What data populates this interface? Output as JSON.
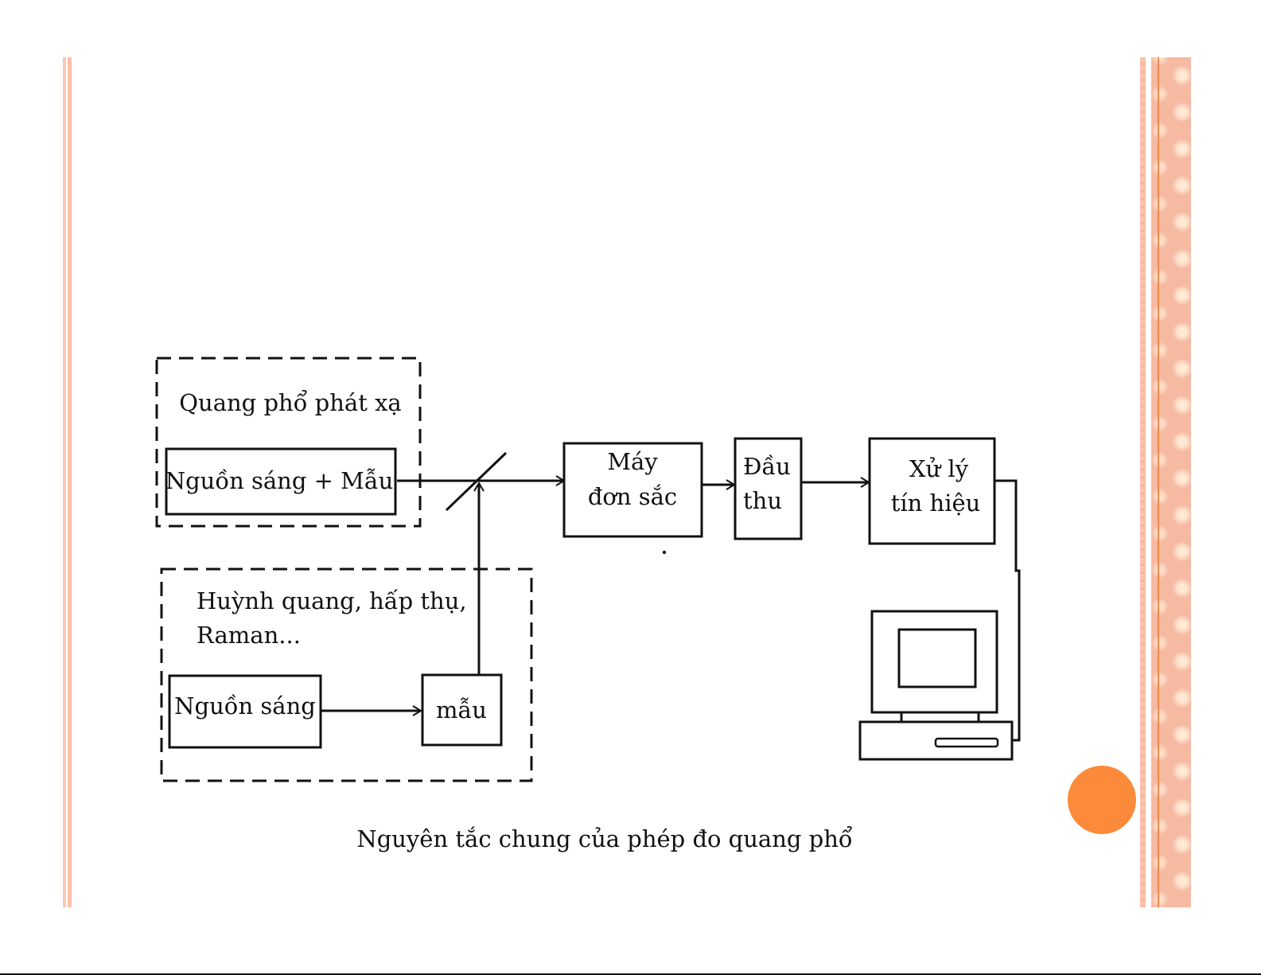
{
  "slide": {
    "accent_color": "#fb8b3a",
    "stripe_color": "#f6b9a2"
  },
  "diagram": {
    "emission_group": {
      "title": "Quang phổ phát xạ",
      "source_sample_box": "Nguồn sáng + Mẫu"
    },
    "absorption_group": {
      "title_line1": "Huỳnh quang, hấp thụ,",
      "title_line2": "Raman...",
      "light_source_box": "Nguồn sáng",
      "sample_box": "mẫu"
    },
    "monochromator_box": {
      "line1": "Máy",
      "line2": "đơn sắc"
    },
    "detector_box": {
      "line1": "Đầu",
      "line2": "thu"
    },
    "signal_processing_box": {
      "line1": "Xử lý",
      "line2": "tín hiệu"
    },
    "computer_icon": "computer-icon",
    "beam_splitter_icon": "mirror-icon",
    "caption": "Nguyên tắc chung của phép đo quang phổ"
  }
}
